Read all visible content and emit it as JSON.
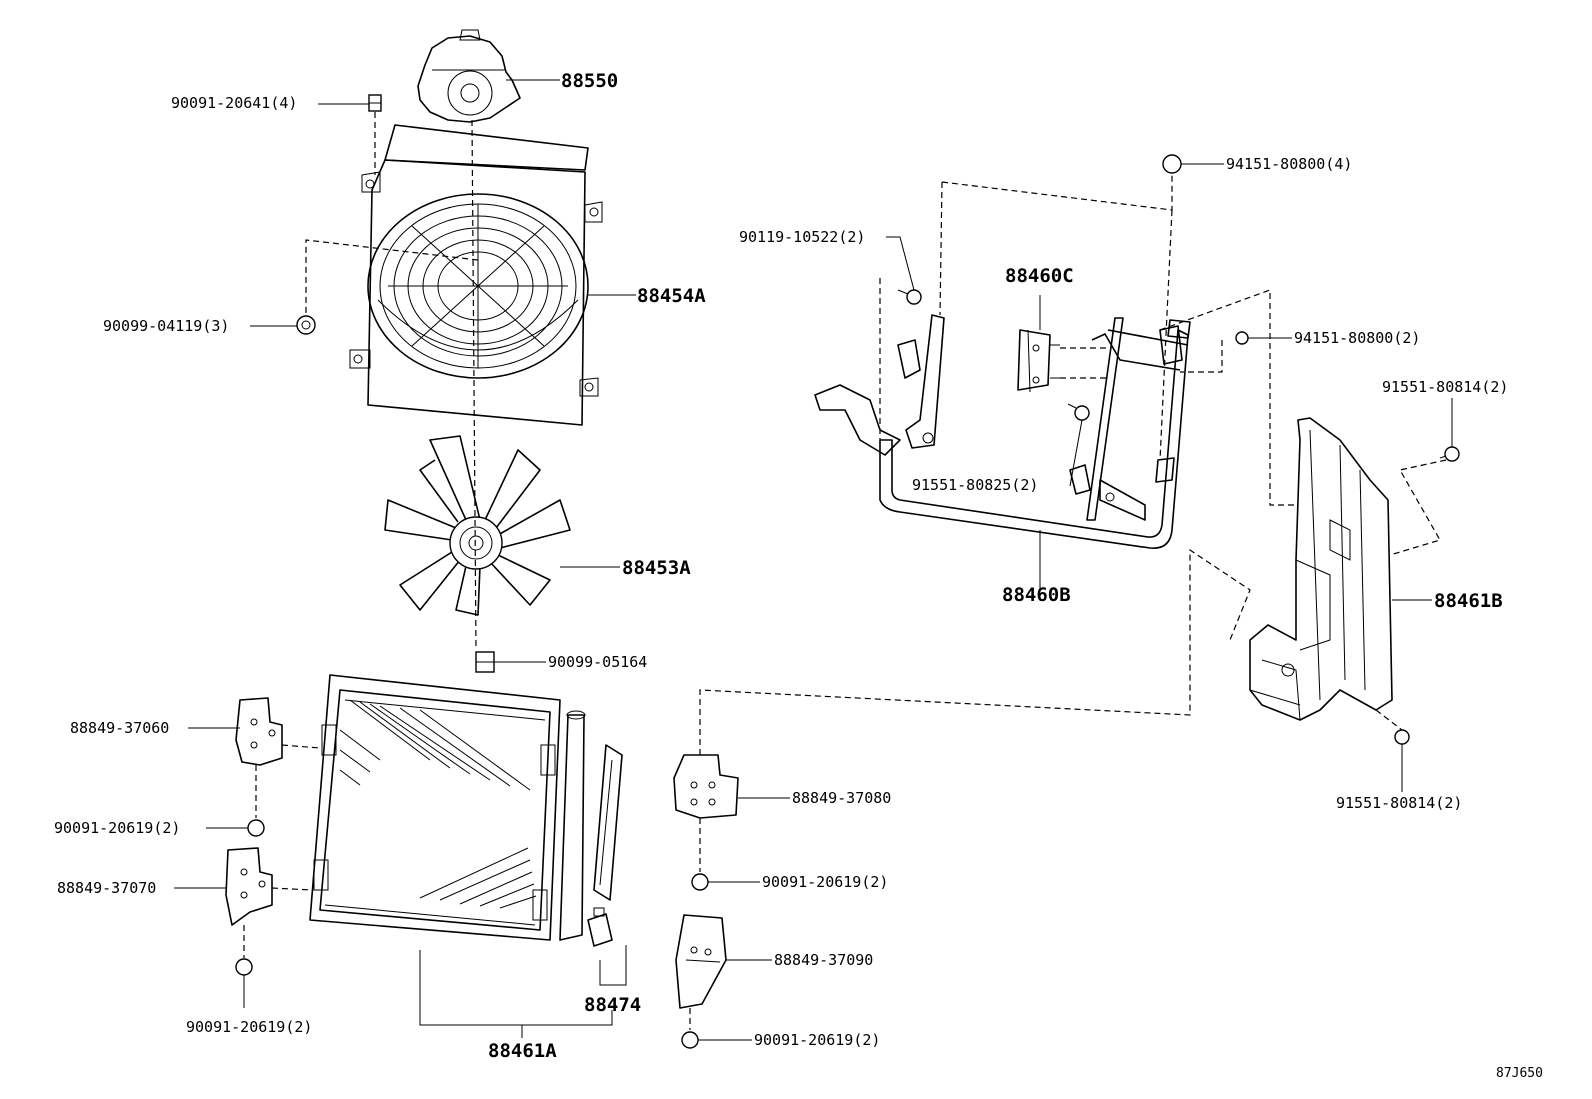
{
  "labels": {
    "p88550": "88550",
    "p90091_20641": "90091-20641(4)",
    "p88454A": "88454A",
    "p90099_04119": "90099-04119(3)",
    "p88453A": "88453A",
    "p90099_05164": "90099-05164",
    "p94151_80800_4": "94151-80800(4)",
    "p90119_10522": "90119-10522(2)",
    "p88460C": "88460C",
    "p94151_80800_2": "94151-80800(2)",
    "p91551_80814_a": "91551-80814(2)",
    "p91551_80825": "91551-80825(2)",
    "p88460B": "88460B",
    "p88461B": "88461B",
    "p91551_80814_b": "91551-80814(2)",
    "p88849_37060": "88849-37060",
    "p90091_20619_a": "90091-20619(2)",
    "p88849_37070": "88849-37070",
    "p90091_20619_b": "90091-20619(2)",
    "p88461A": "88461A",
    "p88474": "88474",
    "p88849_37080": "88849-37080",
    "p90091_20619_c": "90091-20619(2)",
    "p88849_37090": "88849-37090",
    "p90091_20619_d": "90091-20619(2)",
    "diagram_ref": "87J650"
  }
}
